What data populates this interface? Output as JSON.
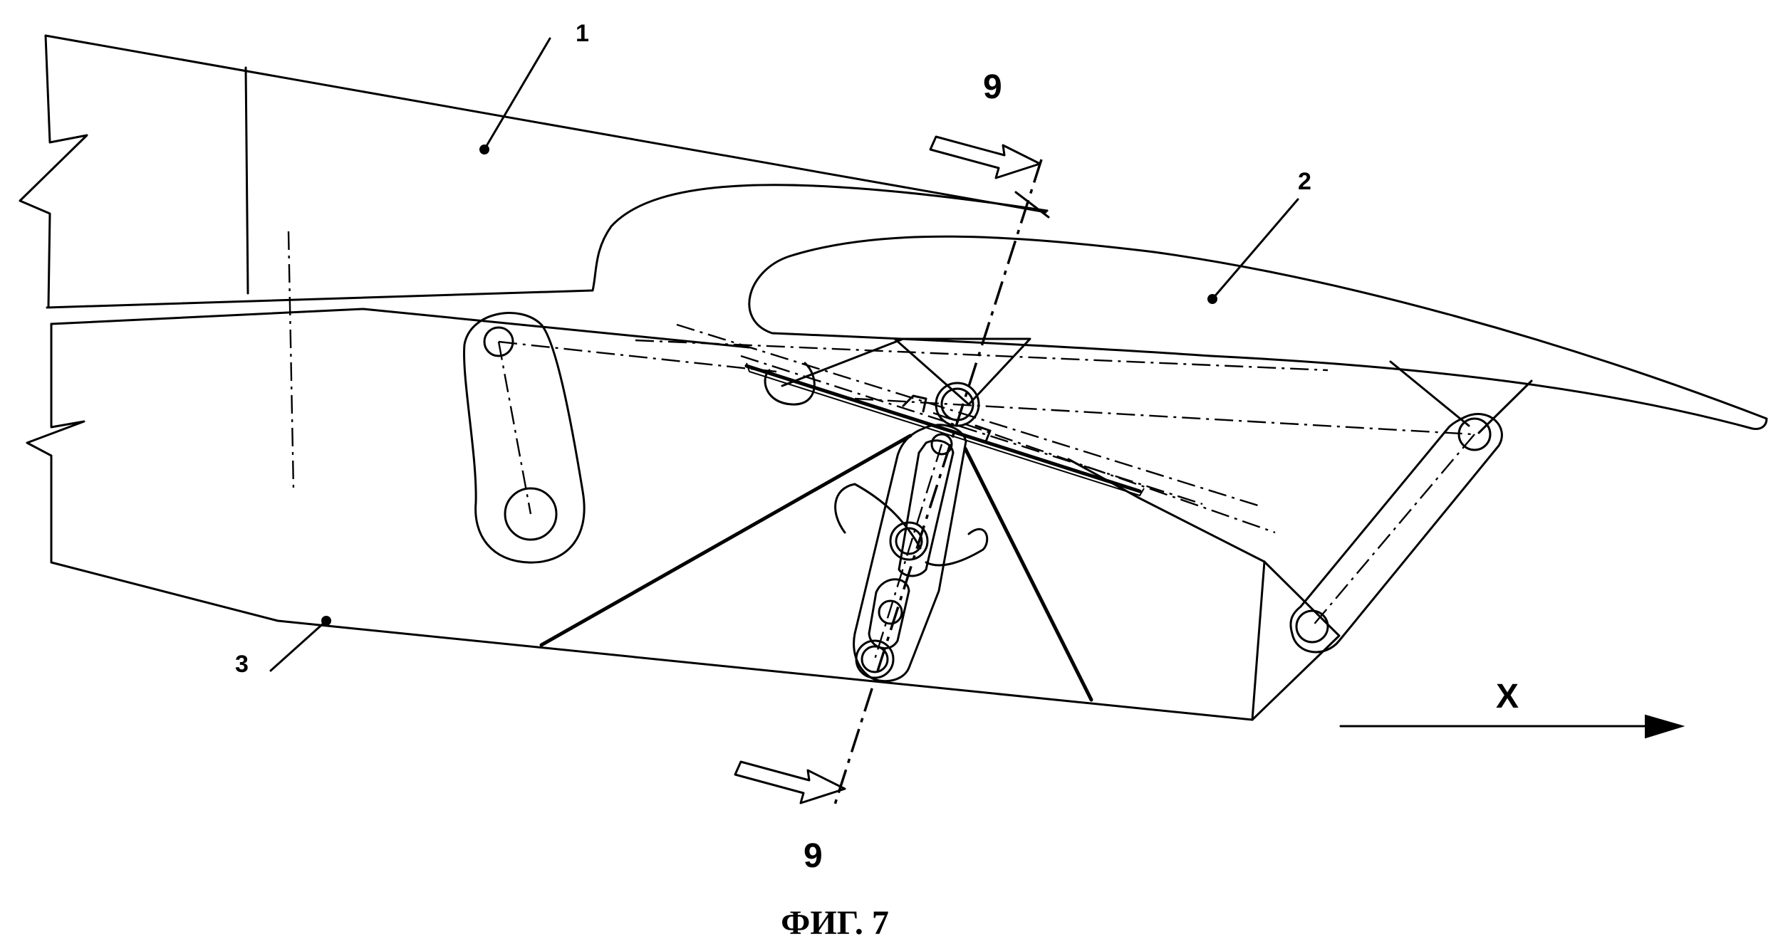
{
  "figure": {
    "caption": "ФИГ. 7",
    "part_labels": {
      "part1": "1",
      "part2": "2",
      "part3": "3"
    },
    "section_labels": {
      "top": "9",
      "bottom": "9"
    },
    "axis_label": "X"
  }
}
